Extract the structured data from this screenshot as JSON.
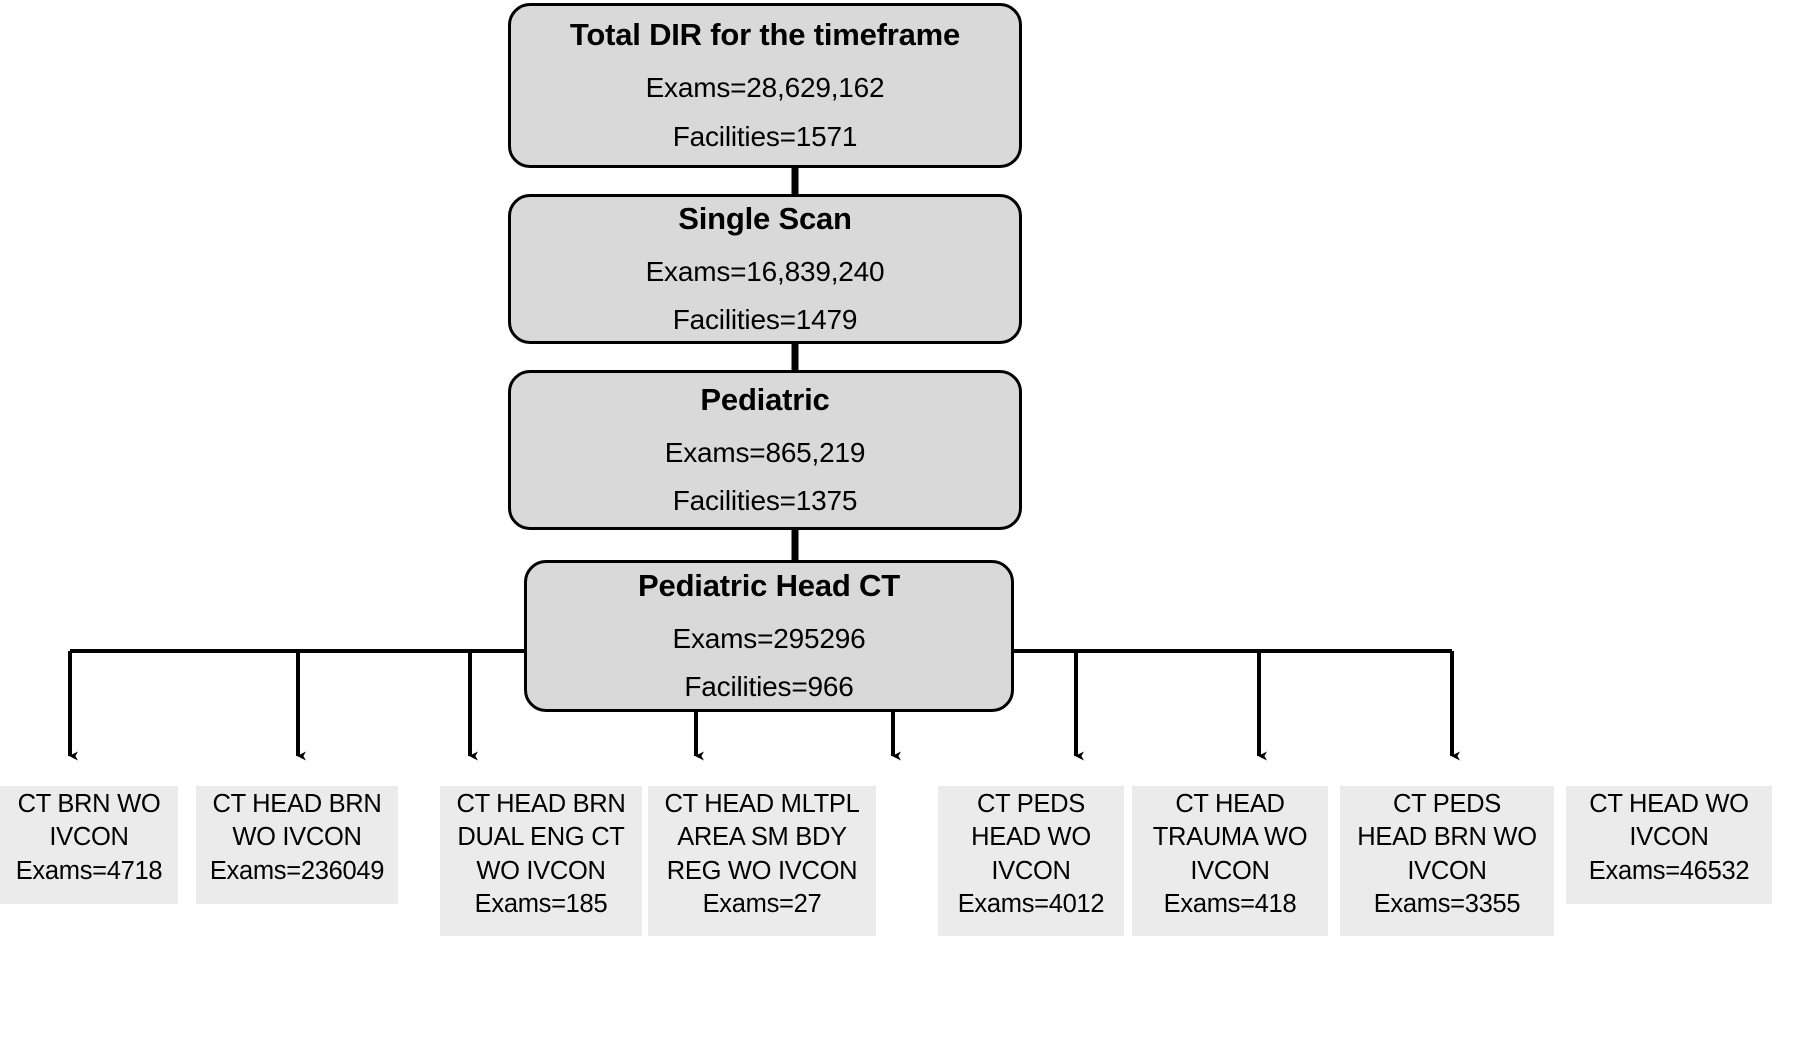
{
  "diagram": {
    "title": "Pediatric Head CT exam selection flow",
    "colors": {
      "stage_fill": "#d9d9d9",
      "leaf_fill": "#ebebeb",
      "stroke": "#000000",
      "background": "#ffffff"
    },
    "stages": [
      {
        "id": "total-dir",
        "title": "Total DIR for the timeframe",
        "exams": "Exams=28,629,162",
        "facilities": "Facilities=1571"
      },
      {
        "id": "single-scan",
        "title": "Single Scan",
        "exams": "Exams=16,839,240",
        "facilities": "Facilities=1479"
      },
      {
        "id": "pediatric",
        "title": "Pediatric",
        "exams": "Exams=865,219",
        "facilities": "Facilities=1375"
      },
      {
        "id": "pediatric-head-ct",
        "title": "Pediatric Head CT",
        "exams": "Exams=295296",
        "facilities": "Facilities=966"
      }
    ],
    "leaves": [
      {
        "id": "ct-brn-wo-ivcon",
        "lines": [
          "CT BRN WO",
          "IVCON"
        ],
        "count": "Exams=4718"
      },
      {
        "id": "ct-head-brn-wo-ivcon",
        "lines": [
          "CT HEAD BRN",
          "WO IVCON"
        ],
        "count": "Exams=236049"
      },
      {
        "id": "ct-head-brn-dual-eng-ct-wo-ivcon",
        "lines": [
          "CT HEAD BRN",
          "DUAL ENG CT",
          "WO IVCON"
        ],
        "count": "Exams=185"
      },
      {
        "id": "ct-head-mltpl-area-sm-bdy-reg-wo-ivcon",
        "lines": [
          "CT HEAD MLTPL",
          "AREA SM BDY",
          "REG WO IVCON"
        ],
        "count": "Exams=27"
      },
      {
        "id": "ct-peds-head-wo-ivcon",
        "lines": [
          "CT PEDS",
          "HEAD WO",
          "IVCON"
        ],
        "count": "Exams=4012"
      },
      {
        "id": "ct-head-trauma-wo-ivcon",
        "lines": [
          "CT HEAD",
          "TRAUMA WO",
          "IVCON"
        ],
        "count": "Exams=418"
      },
      {
        "id": "ct-peds-head-brn-wo-ivcon",
        "lines": [
          "CT PEDS",
          "HEAD BRN WO",
          "IVCON"
        ],
        "count": "Exams=3355"
      },
      {
        "id": "ct-head-wo-ivcon",
        "lines": [
          "CT HEAD WO",
          "IVCON"
        ],
        "count": "Exams=46532"
      }
    ]
  }
}
